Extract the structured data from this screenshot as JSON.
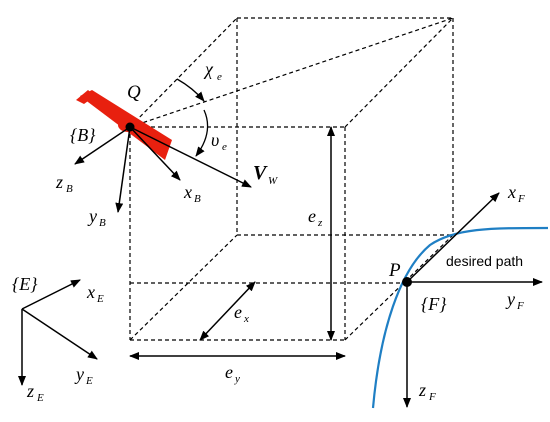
{
  "labels": {
    "Q": "Q",
    "P": "P",
    "B_frame": "{B}",
    "E_frame": "{E}",
    "F_frame": "{F}",
    "chi": "χ",
    "chi_sub": "e",
    "upsilon": "υ",
    "upsilon_sub": "e",
    "V": "V",
    "V_sub": "W",
    "zB": "z",
    "zB_sub": "B",
    "yB": "y",
    "yB_sub": "B",
    "xB": "x",
    "xB_sub": "B",
    "ez": "e",
    "ez_sub": "z",
    "ex": "e",
    "ex_sub": "x",
    "ey": "e",
    "ey_sub": "y",
    "xE": "x",
    "xE_sub": "E",
    "yE": "y",
    "yE_sub": "E",
    "zE": "z",
    "zE_sub": "E",
    "xF": "x",
    "xF_sub": "F",
    "yF": "y",
    "yF_sub": "F",
    "zF": "z",
    "zF_sub": "F",
    "desired_path": "desired path"
  },
  "colors": {
    "path": "#1f7fc4",
    "uav": "#e8200f",
    "line": "#000000"
  }
}
